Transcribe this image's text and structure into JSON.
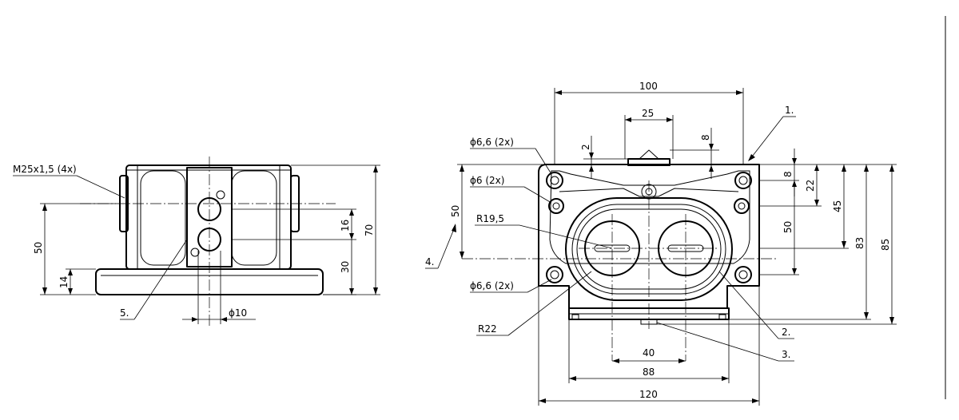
{
  "dimensions": {
    "left_view": {
      "thread": "M25x1,5 (4x)",
      "height_50": "50",
      "height_14": "14",
      "height_16": "16",
      "height_30": "30",
      "height_70": "70",
      "dia_10": "ϕ10"
    },
    "front_view": {
      "width_100": "100",
      "width_25": "25",
      "gap_2": "2",
      "gap_8_top": "8",
      "hole_66_top": "ϕ6,6 (2x)",
      "hole_6": "ϕ6 (2x)",
      "radius_195": "R19,5",
      "height_50_left": "50",
      "hole_66_bottom": "ϕ6,6 (2x)",
      "radius_22": "R22",
      "height_8": "8",
      "height_22": "22",
      "height_50": "50",
      "height_45": "45",
      "height_83": "83",
      "height_85": "85",
      "width_40": "40",
      "width_88": "88",
      "width_120": "120"
    }
  },
  "callouts": [
    "1.",
    "2.",
    "3.",
    "4.",
    "5."
  ]
}
